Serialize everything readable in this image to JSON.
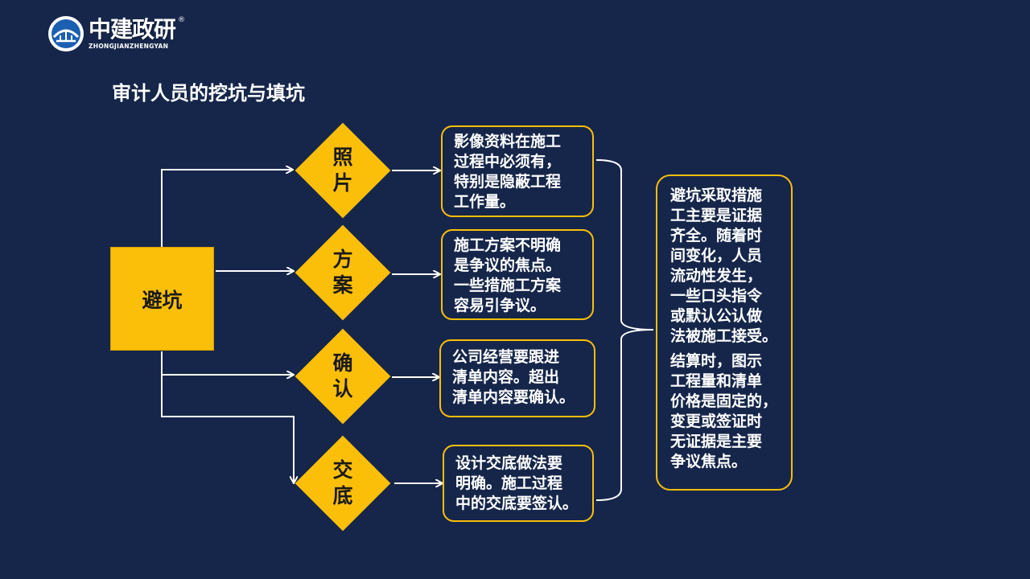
{
  "logo": {
    "name": "中建政研",
    "sub": "ZHONGJIANZHENGYAN",
    "reg": "®"
  },
  "title": "审计人员的挖坑与填坑",
  "source_node": "避坑",
  "diamonds": [
    {
      "label_line1": "照",
      "label_line2": "片"
    },
    {
      "label_line1": "方",
      "label_line2": "案"
    },
    {
      "label_line1": "确",
      "label_line2": "认"
    },
    {
      "label_line1": "交",
      "label_line2": "底"
    }
  ],
  "boxes": [
    {
      "lines": [
        "影像资料在施工",
        "过程中必须有，",
        "特别是隐蔽工程",
        "工作量。"
      ]
    },
    {
      "lines": [
        "施工方案不明确",
        "是争议的焦点。",
        "一些措施工方案",
        "容易引争议。"
      ]
    },
    {
      "lines": [
        "公司经营要跟进",
        "清单内容。超出",
        "清单内容要确认。"
      ]
    },
    {
      "lines": [
        "设计交底做法要",
        "明确。施工过程",
        "中的交底要签认。"
      ]
    }
  ],
  "summary": {
    "para1": [
      "避坑采取措施",
      "工主要是证据",
      "齐全。随着时",
      "间变化，人员",
      "流动性发生，",
      "一些口头指令",
      "或默认公认做",
      "法被施工接受。"
    ],
    "para2": [
      "结算时，图示",
      "工程量和清单",
      "价格是固定的，",
      "变更或签证时",
      "无证据是主要",
      "争议焦点。"
    ]
  },
  "colors": {
    "background": "#16264a",
    "accent": "#fcbf09",
    "text": "#ffffff",
    "node_text": "#1a1a1a"
  }
}
